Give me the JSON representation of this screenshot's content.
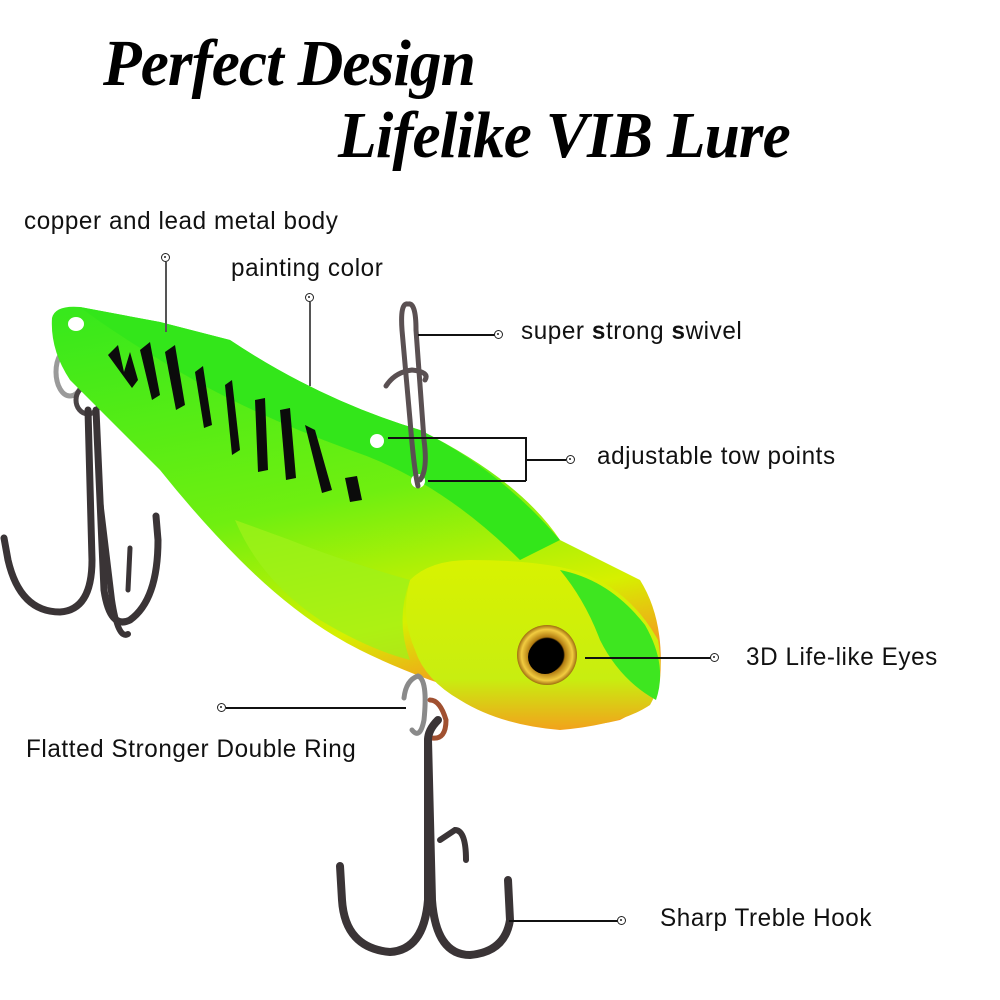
{
  "title": {
    "line1": "Perfect Design",
    "line2": "Lifelike VIB Lure"
  },
  "callouts": [
    {
      "id": "body",
      "label": "copper and lead metal body"
    },
    {
      "id": "paint",
      "label": "painting color"
    },
    {
      "id": "swivel",
      "label": "super strong swivel",
      "parts": [
        "super ",
        "s",
        "trong ",
        "s",
        "wivel"
      ]
    },
    {
      "id": "tow",
      "label": "adjustable tow points"
    },
    {
      "id": "eyes",
      "label": "3D Life-like Eyes"
    },
    {
      "id": "ring",
      "label": "Flatted Stronger Double Ring"
    },
    {
      "id": "hook",
      "label": "Sharp Treble Hook"
    }
  ],
  "colors": {
    "background": "#ffffff",
    "lure_green": "#33e61a",
    "lure_yellow": "#d8f000",
    "lure_orange": "#f2a21c",
    "stripe": "#0b0b0b",
    "eye_gold": "#d9a21a",
    "hook_metal": "#3a3436"
  }
}
